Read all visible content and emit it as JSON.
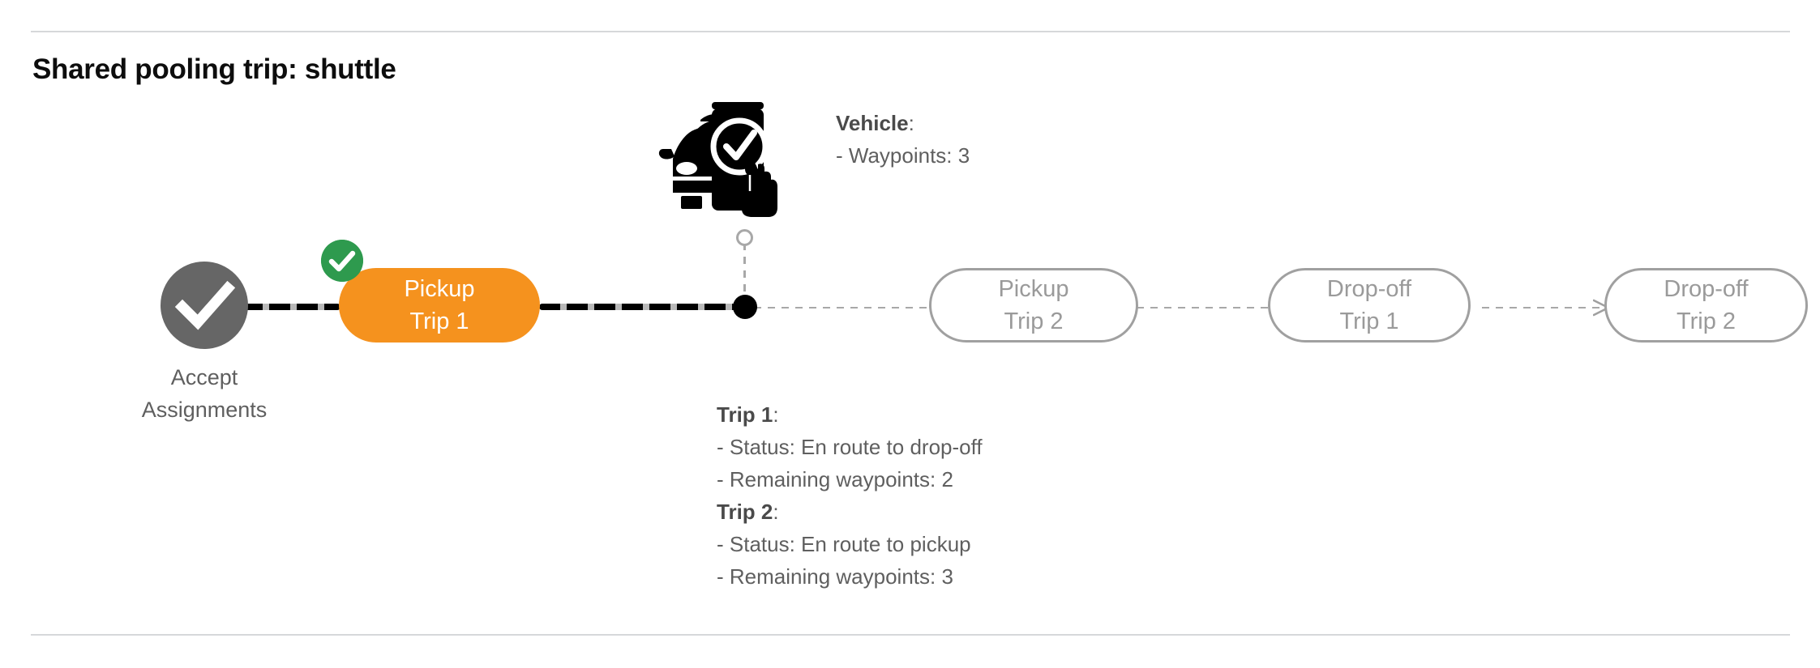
{
  "page": {
    "title": "Shared pooling trip: shuttle"
  },
  "colors": {
    "active_node": "#F5921E",
    "completed_badge": "#2E9A4E",
    "start_node": "#666666",
    "pending_outline": "#A0A0A0",
    "pending_text": "#9A9A9A",
    "annotation_text": "#5F5F5F",
    "divider": "#D6D8DA"
  },
  "timeline": {
    "start_node": {
      "icon": "check-circle-icon",
      "label_line1": "Accept",
      "label_line2": "Assignments",
      "state": "completed"
    },
    "nodes": [
      {
        "id": "pickup-trip1",
        "line1": "Pickup",
        "line2": "Trip 1",
        "state": "completed",
        "badge_icon": "check-badge-icon"
      },
      {
        "id": "pickup-trip2",
        "line1": "Pickup",
        "line2": "Trip 2",
        "state": "pending"
      },
      {
        "id": "dropoff-trip1",
        "line1": "Drop-off",
        "line2": "Trip 1",
        "state": "pending"
      },
      {
        "id": "dropoff-trip2",
        "line1": "Drop-off",
        "line2": "Trip 2",
        "state": "pending"
      }
    ],
    "vehicle_marker": {
      "icon": "vehicle-phone-check-icon",
      "position_after": "pickup-trip1"
    }
  },
  "annotations": {
    "vehicle": {
      "heading": "Vehicle",
      "heading_suffix": ":",
      "lines": [
        "- Waypoints: 3"
      ]
    },
    "trips": [
      {
        "heading": "Trip 1",
        "heading_suffix": ":",
        "status_line": "- Status:  En route to drop-off",
        "waypoints_line": "- Remaining waypoints: 2"
      },
      {
        "heading": "Trip 2",
        "heading_suffix": ":",
        "status_line": "- Status:  En route to pickup",
        "waypoints_line": "- Remaining waypoints: 3"
      }
    ]
  }
}
